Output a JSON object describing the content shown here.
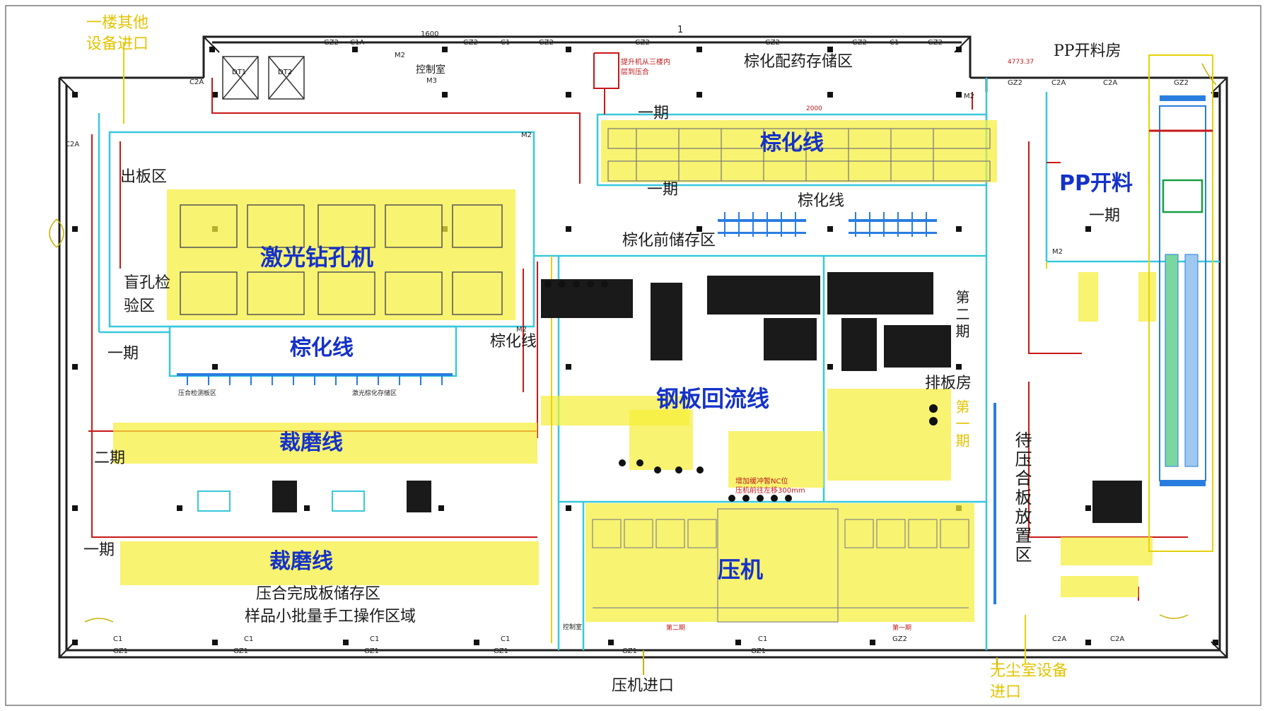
{
  "doors": {
    "gz1": "GZ1",
    "gz2": "GZ2",
    "c1": "C1",
    "c1a": "C1A",
    "c2a": "C2A",
    "m2": "M2",
    "m3": "M3",
    "dt1": "DT1",
    "dt2": "DT2",
    "dim1600": "1600",
    "marker1": "1"
  },
  "zones": {
    "laser_drill": "激光钻孔机",
    "brown_line_top": "棕化线",
    "brown_line_left": "棕化线",
    "steel_reflow": "钢板回流线",
    "cut_grind_1": "裁磨线",
    "cut_grind_2": "裁磨线",
    "press": "压机",
    "pp_cut": "PP开料"
  },
  "labels": {
    "first_floor_entry": "一楼其他设备进口",
    "cleanroom_entry": "无尘室设备进口",
    "brown_storage": "棕化配药存储区",
    "pp_room": "PP开料房",
    "control_room": "控制室",
    "lift_note_1": "提升机从三楼内",
    "lift_note_2": "层到压合",
    "phase1_a": "一期",
    "phase1_b": "一期",
    "phase1_c": "一期",
    "phase1_d": "一期",
    "phase1_e": "一期",
    "phase2_a": "二期",
    "phase2_vert": "第二期",
    "phase1_vert": "第一期",
    "board_out": "出板区",
    "blind_hole_1": "盲孔检",
    "blind_hole_2": "验区",
    "brown_line_small_1": "棕化线",
    "brown_line_small_2": "棕化线",
    "pre_brown_storage": "棕化前储存区",
    "layup_room": "排板房",
    "pending_press": "待压合板放置区",
    "finished_storage": "压合完成板储存区",
    "sample_area": "样品小批量手工操作区域",
    "press_entry": "压机进口",
    "tiny_left_1": "压合检测板区",
    "tiny_left_2": "激光棕化存储区",
    "tiny_press_1": "增加缓冲暂NC位",
    "tiny_press_2": "压机前往左移300mm",
    "tiny_phase2": "第二期",
    "tiny_phase1": "第一期",
    "tiny_control": "控制室",
    "dim_1": "4773.37",
    "dim_2": "2000"
  },
  "colors": {
    "wall": "#202020",
    "cyan": "#38c8dc",
    "red": "#c81818",
    "yellow": "#f5ef3a",
    "blue_text": "#1532c8",
    "yellow_text": "#e3c400"
  }
}
